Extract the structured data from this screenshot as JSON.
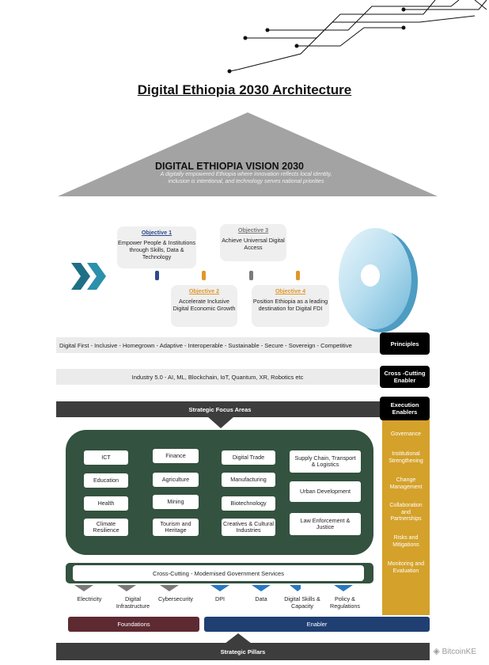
{
  "title": "Digital Ethiopia 2030 Architecture",
  "vision": {
    "title": "DIGITAL ETHIOPIA VISION 2030",
    "subtitle": "A digitally empowered Ethiopia where innovation reflects local identity, inclusion is intentional, and technology serves national priorities"
  },
  "objectives": [
    {
      "label": "Objective 1",
      "text": "Empower People & Institutions through Skills, Data & Technology",
      "color": "#2e4a8a"
    },
    {
      "label": "Objective 2",
      "text": "Accelerate Inclusive Digital Economic Growth",
      "color": "#e0962a"
    },
    {
      "label": "Objective 3",
      "text": "Achieve Universal Digital Access",
      "color": "#7a7a7a"
    },
    {
      "label": "Objective 4",
      "text": "Position Ethiopia as a leading destination for Digital FDI",
      "color": "#e0962a"
    }
  ],
  "principles": {
    "text": "Digital First - Inclusive - Homegrown - Adaptive - Interoperable - Sustainable - Secure - Sovereign - Competitive",
    "tag": "Principles"
  },
  "cross_cutting_enabler": {
    "text": "Industry 5.0 - AI, ML, Blockchain, IoT, Quantum, XR, Robotics etc",
    "tag": "Cross -Cutting Enabler"
  },
  "execution_enablers": {
    "tag": "Execution Enablers",
    "items": [
      "Governance",
      "Institutional Strengthening",
      "Change Management",
      "Collaboration and Partnerships",
      "Risks and Mitigations",
      "Monitoring and Evaluation"
    ]
  },
  "focus_areas": {
    "header": "Strategic Focus Areas",
    "items": [
      "ICT",
      "Finance",
      "Digital Trade",
      "Supply Chain, Transport & Logistics",
      "Education",
      "Agriculture",
      "Manufacturing",
      "Urban Development",
      "Health",
      "Mining",
      "Biotechnology",
      "Law Enforcement & Justice",
      "Climate Resilience",
      "Tourism and Heritage",
      "Creatives & Cultural Industries"
    ]
  },
  "cross_cutting_services": "Cross-Cutting - Modernised Government Services",
  "pillars": {
    "items": [
      "Electricity",
      "Digital Infrastructure",
      "Cybersecurity",
      "DPI",
      "Data",
      "Digital Skills & Capacity",
      "Policy & Regulations"
    ],
    "foundations_label": "Foundations",
    "enabler_label": "Enabler",
    "footer": "Strategic Pillars",
    "foundation_color": "#5e2a32",
    "enabler_color": "#1f3f73"
  },
  "watermark": "BitcoinKE"
}
